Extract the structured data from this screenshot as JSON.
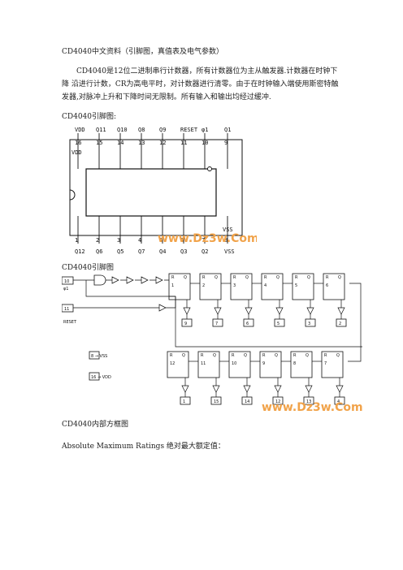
{
  "doc": {
    "title": "CD4040中文资料（引脚图，真值表及电气参数）",
    "paragraph": "CD4040是12位二进制串行计数器，所有计数器位为主从触发器.计数器在时钟下降 沿进行计数，CR为高电平时，对计数器进行清零。由于在时钟输入端使用斯密特触发器,对脉冲上升和下降时间无限制。所有输入和输出均经过缓冲.",
    "pinout_caption": "CD4040引脚图:",
    "fig2_caption": "CD4040引脚图",
    "fig3_caption": "CD4040内部方框图",
    "amr": "Absolute Maximum Ratings  绝对最大额定值："
  },
  "pinout": {
    "top_names": [
      "VDD",
      "Q11",
      "Q10",
      "Q8",
      "Q9",
      "RESET",
      "φ1",
      "Q1"
    ],
    "top_nums": [
      "16",
      "15",
      "14",
      "13",
      "12",
      "11",
      "10",
      "9"
    ],
    "bottom_nums": [
      "1",
      "2",
      "3",
      "4",
      "5",
      "6",
      "7",
      "8"
    ],
    "bottom_names": [
      "Q12",
      "Q6",
      "Q5",
      "Q7",
      "Q4",
      "Q3",
      "Q2",
      "VSS"
    ],
    "vdd_label": "VDD",
    "vss_label": "VSS",
    "watermark": "www.Dz3w.Com"
  },
  "block": {
    "clock_pin": "10",
    "clock_name": "φ1",
    "reset_pin": "11",
    "reset_name": "RESET",
    "vss_note": "8 → VSS",
    "vdd_note": "16 → VDD",
    "row1_stages": [
      "1",
      "2",
      "3",
      "4",
      "5",
      "6"
    ],
    "row1_out": [
      "9",
      "7",
      "6",
      "5",
      "3",
      "2"
    ],
    "row2_stages": [
      "12",
      "11",
      "10",
      "9",
      "8",
      "7"
    ],
    "row2_out": [
      "1",
      "15",
      "14",
      "12",
      "13",
      "4"
    ],
    "watermark": "www.Dz3w.Com"
  }
}
